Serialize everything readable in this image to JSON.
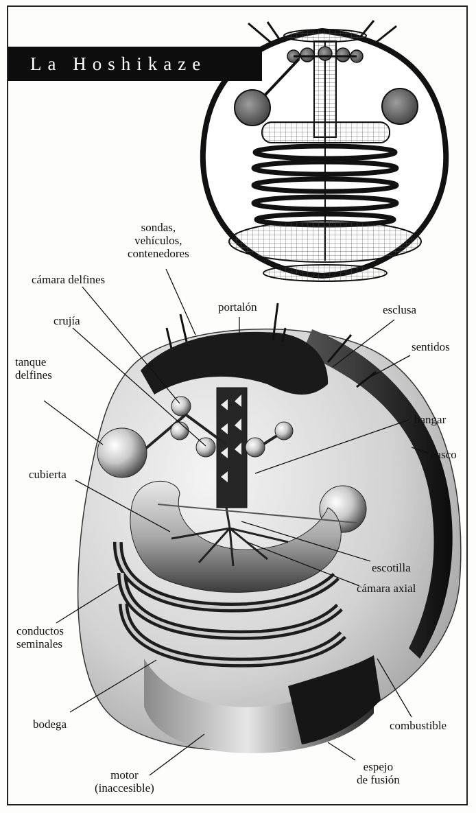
{
  "title": "La Hoshikaze",
  "labels": {
    "sondas": "sondas,\nvehículos,\ncontenedores",
    "camara_delfines": "cámara delfines",
    "crujia": "crujía",
    "tanque_delfines": "tanque\ndelfines",
    "portalon": "portalón",
    "esclusa": "esclusa",
    "sentidos": "sentidos",
    "hangar": "hangar",
    "casco": "casco",
    "cubierta": "cubierta",
    "escotilla": "escotilla",
    "camara_axial": "cámara axial",
    "conductos_seminales": "conductos\nseminales",
    "bodega": "bodega",
    "combustible": "combustible",
    "motor": "motor\n(inaccesible)",
    "espejo_fusion": "espejo\nde fusión"
  },
  "colors": {
    "ink": "#111111",
    "dark": "#1c1c1c",
    "mid": "#8d8d8d",
    "light": "#d9d9d9",
    "paper": "#fdfdfc"
  }
}
